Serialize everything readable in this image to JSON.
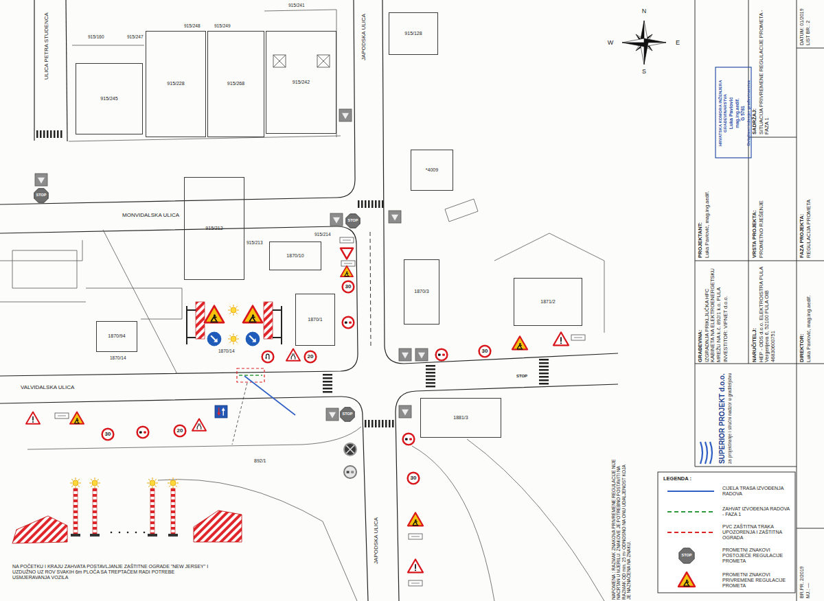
{
  "diagram": {
    "nodes": [
      {
        "text": [
          "915/245"
        ]
      },
      {
        "text": [
          "915/228"
        ]
      },
      {
        "text": [
          "915/268"
        ]
      },
      {
        "text": [
          "915/242"
        ]
      },
      {
        "text": [
          "915/128"
        ]
      },
      {
        "text": [
          "*4009"
        ]
      },
      {
        "text": [
          "915/212"
        ]
      },
      {
        "text": [
          "1870/10"
        ]
      },
      {
        "text": [
          "1870/3"
        ]
      },
      {
        "text": [
          "1870/1"
        ]
      },
      {
        "text": [
          "1871/2"
        ]
      },
      {
        "text": [
          "1870/94"
        ]
      },
      {
        "text": [
          "1881/3"
        ]
      }
    ],
    "labels": [
      "ULICA PETRA STUDENCA",
      "MONVIDALSKA ULICA",
      "JAPODSKA ULICA",
      "VALVIDALSKA ULICA",
      "JAPODSKA ULICA",
      "915/160",
      "915/247",
      "915/248",
      "915/249",
      "915/241",
      "915/213",
      "915/214",
      "1870/14",
      "1870/14",
      "892/1",
      "N",
      "E",
      "S",
      "W",
      "30",
      "30",
      "20",
      "30",
      "20",
      "30",
      "STOP",
      "STOP",
      "STOP",
      "STOP",
      "NA POČETKU I KRAJU ZAHVATA POSTAVLJANJE ZAŠTITNE OGRADE \"NEW JERSEY\" I UZDUŽNO UZ ROV SVAKIH 6m PLOČA SA TREPTAČEM RADI POTREBE USMJERAVANJA VOZILA",
      "NAPOMENA : RAZMAK ZNAKOVA PRIVREMENE REGULACIJE NIJE NACRTAN U MJERILU. ZNAKOVE JE POTREBNO POSTAVITI NA RAZMAK OD min. 25 m¹ ODNOSNO NA ONU UDALJENOST KOJA JE NAZNAČENA NA ZNAKU.",
      "LEGENDA :",
      "GRAĐEVINA:",
      "IZGRADNJA PRIKLJUČKA HFC KABINETA NA ELEKTROENERGETSKU MREŽU NA k.č. 892/1 k.o. PULA",
      "INVESTITOR: VIPNET d.o.o.",
      "NARUČITELJ:",
      "HEP - ODS d.o.o. ELEKTROISTRA PULA Vergerijeva 6, 52100 PULA OIB 46830600751",
      "DIREKTOR:",
      "Luka Pavlović, mag.ing.aedif.",
      "PROJEKTANT:",
      "Luka Pavlović, mag.ing.aedif.",
      "HRVATSKA KOMORA INŽENJERA GRAĐEVINARSTVA",
      "Luka Pavlović",
      "mag.ing.aedif.",
      "G 5781",
      "Ovlašteni inženjer građevinarstva",
      "VRSTA PROJEKTA:",
      "PROMETNO RJEŠENJE",
      "SADRŽAJ:",
      "SITUACIJA PRIVREMENE REGULACIJE PROMETA - FAZA 1",
      "FAZA PROJEKTA:",
      "REGULACIJA PROMETA",
      "DATUM: 01/2019",
      "LIST BR.: 2",
      "BR.PR. 2/2019",
      "MJ.: —",
      "SUPERIOR PROJEKT d.o.o.",
      "za projektiranje i stručni nadzor u graditeljstvu",
      "STOP"
    ],
    "legend": [
      {
        "text": "CIJELA TRASA IZVOĐENJA RADOVA"
      },
      {
        "text": "ZAHVAT IZVOĐENJA RADOVA - FAZA 1"
      },
      {
        "text": "PVC ZAŠTITNA TRAKA UPOZORENJA I ZAŠTITNA OGRADA"
      },
      {
        "text": "PROMETNI ZNAKOVI POSTOJEĆE REGULACIJE PROMETA"
      },
      {
        "text": "PROMETNI ZNAKOVI PRIVREMENE REGULACIJE PROMETA"
      }
    ]
  }
}
